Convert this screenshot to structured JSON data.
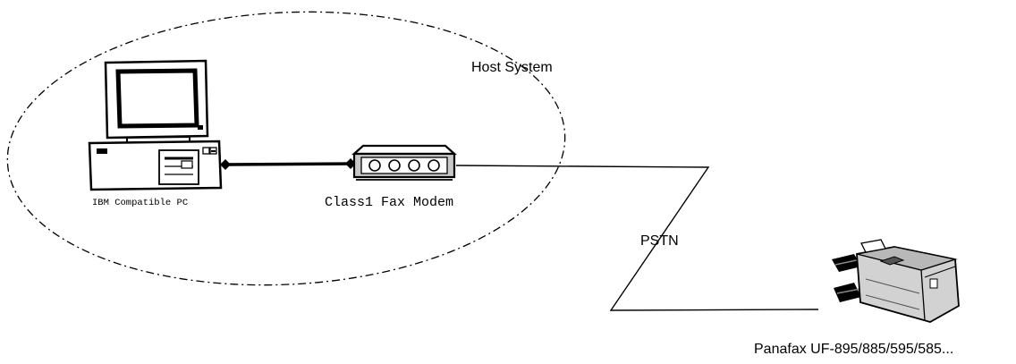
{
  "diagram": {
    "host_system_label": "Host System",
    "pc_label": "IBM Compatible PC",
    "modem_label": "Class1 Fax Modem",
    "network_label": "PSTN",
    "fax_label": "Panafax UF-895/885/595/585..."
  }
}
